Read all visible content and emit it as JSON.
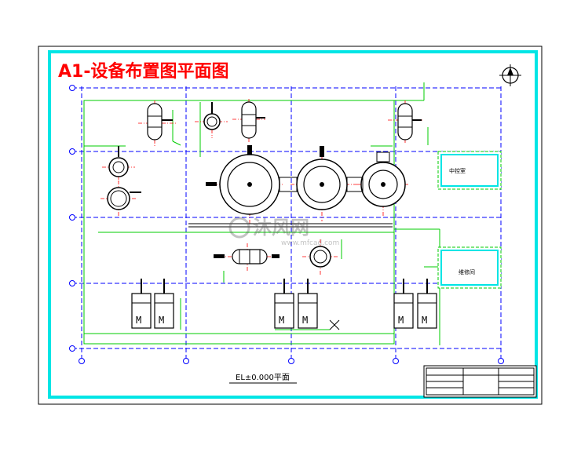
{
  "drawing": {
    "title": "A1-设备布置图平面图",
    "plan_label": "EL±0.000平面",
    "rooms": {
      "control_room": "中控室",
      "repair_room": "维修间"
    },
    "motor_label": "M",
    "watermark": {
      "text": "沐风网",
      "url": "www.mfcad.com"
    }
  },
  "colors": {
    "frame": "#00e5e5",
    "outline": "#000000",
    "title": "#ff0000",
    "green": "#00cc00",
    "axis": "#0000ff",
    "centerline": "#ff0000",
    "equipment": "#ffffff"
  }
}
